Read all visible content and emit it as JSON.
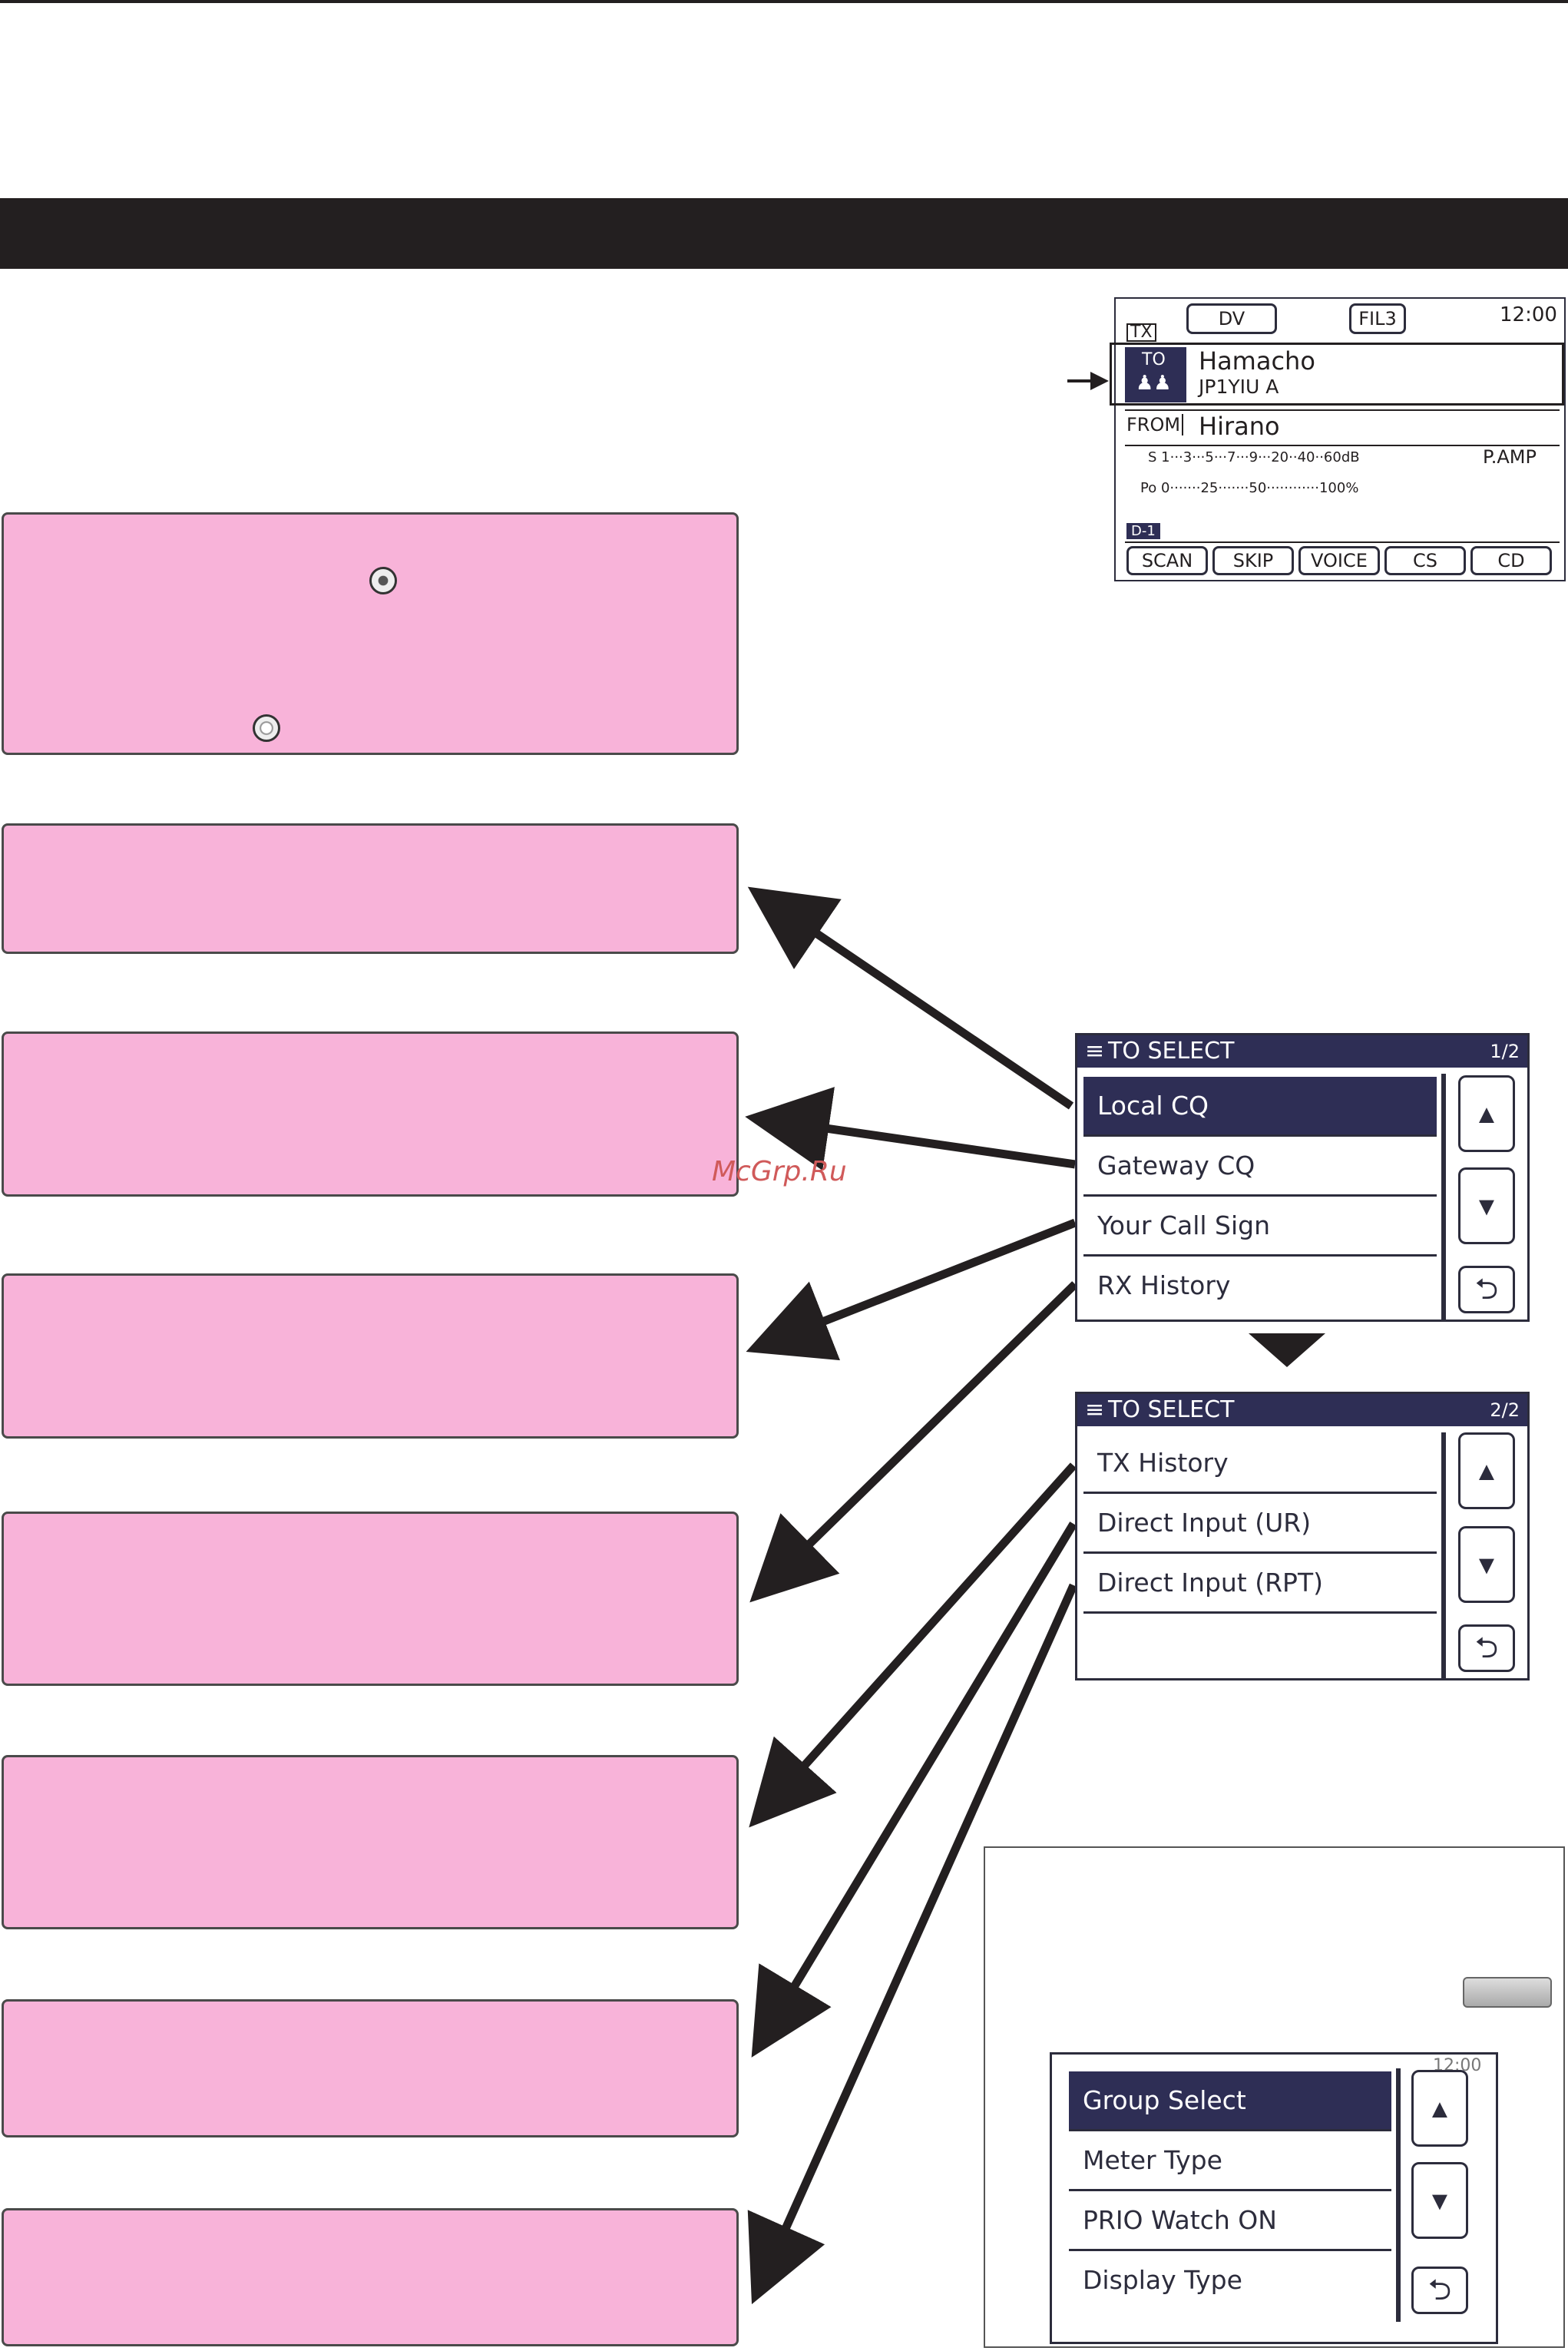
{
  "watermark": "McGrp.Ru",
  "status_screen": {
    "mode": "DV",
    "filter": "FIL3",
    "time": "12:00",
    "tx_label": "TX",
    "to_label": "TO",
    "to_name": "Hamacho",
    "to_call": "JP1YIU  A",
    "from_label": "FROM",
    "from_name": "Hirano",
    "s_meter": "S  1···3···5···7···9···20··40··60dB",
    "pamp": "P.AMP",
    "po_meter": "Po 0·······25·······50············100%",
    "page_label": "D-1",
    "soft_keys": [
      "SCAN",
      "SKIP",
      "VOICE",
      "CS",
      "CD"
    ]
  },
  "to_select_page1": {
    "title": "TO SELECT",
    "page": "1/2",
    "items": [
      "Local CQ",
      "Gateway CQ",
      "Your Call Sign",
      "RX History"
    ]
  },
  "to_select_page2": {
    "title": "TO SELECT",
    "page": "2/2",
    "items": [
      "TX History",
      "Direct Input (UR)",
      "Direct Input (RPT)",
      ""
    ]
  },
  "quick_menu": {
    "items": [
      "Group Select",
      "Meter Type",
      "PRIO Watch ON",
      "Display Type"
    ],
    "background_time": "12:00"
  },
  "side_buttons": {
    "up": "▲",
    "down": "▼",
    "back": "⮌"
  },
  "colors": {
    "pink_box": "#f8b3d9",
    "header_band": "#231f20",
    "lcd_highlight": "#2e2e55"
  }
}
